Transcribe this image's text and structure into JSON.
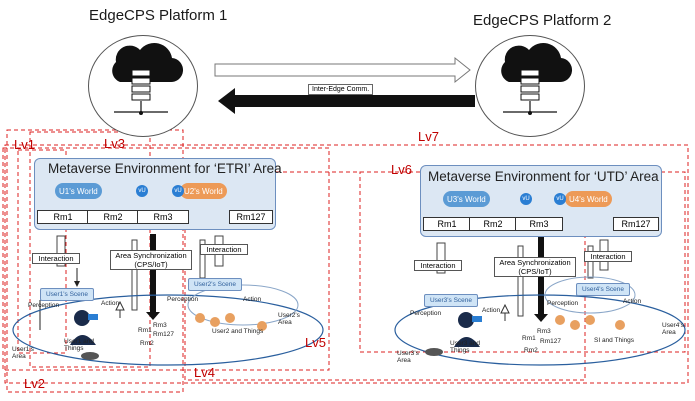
{
  "platforms": [
    {
      "title": "EdgeCPS Platform 1"
    },
    {
      "title": "EdgeCPS Platform 2"
    }
  ],
  "inter_edge": {
    "label": "Inter-Edge Comm."
  },
  "levels": [
    "Lv1",
    "Lv2",
    "Lv3",
    "Lv4",
    "Lv5",
    "Lv6",
    "Lv7"
  ],
  "env_left": {
    "title": "Metaverse Environment for ‘ETRI’ Area",
    "world_a": "U1's World",
    "world_b": "U2's World",
    "rooms": [
      "Rm1",
      "Rm2",
      "Rm3",
      "Rm127"
    ]
  },
  "env_right": {
    "title": "Metaverse Environment for ‘UTD’ Area",
    "world_a": "U3's World",
    "world_b": "U4's World",
    "rooms": [
      "Rm1",
      "Rm2",
      "Rm3",
      "Rm127"
    ]
  },
  "vu_label": "vU",
  "labels": {
    "interaction": "Interaction",
    "area_sync": "Area Synchronization\n(CPS/IoT)",
    "perception": "Perception",
    "action": "Action",
    "user1_scene": "User1's Scene",
    "user2_scene": "User2's Scene",
    "user3_scene": "User3's Scene",
    "user4_scene": "User4's Scene",
    "user1_things": "User1 and\nThings",
    "user2_things": "User2 and Things",
    "user3_things": "User3 and\nThings",
    "si_things": "SI and Things",
    "user1_area": "User1's\nArea",
    "user2_area": "User2's\nArea",
    "user3_area": "User3's\nArea",
    "user4_area": "User4's\nArea",
    "rm1": "Rm1",
    "rm2": "Rm2",
    "rm3": "Rm3",
    "rm127": "Rm127"
  },
  "colors": {
    "level": "#c00000",
    "env_bg": "#dce7f3",
    "world_blue": "#5b9bd5",
    "world_orange": "#ed9a57"
  }
}
